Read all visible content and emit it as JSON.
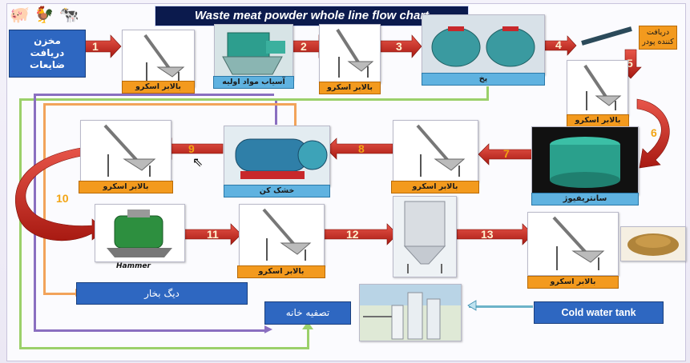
{
  "title": "Waste meat powder whole line flow chart",
  "nodes": {
    "raw_store": "مخزن دریافت ضایعات",
    "auger1": "بالابر اسکرو",
    "crusher": "آسیاب مواد اولیه",
    "auger2": "بالابر اسکرو",
    "cooker": "پخ",
    "receiver": "دریافت کننده پودر",
    "auger3": "بالابر اسکرو",
    "centrifuge": "سانتریفیوژ",
    "auger4": "بالابر اسکرو",
    "dryer": "خشک کن",
    "auger5": "بالابر اسکرو",
    "hammer": "Hammer",
    "auger6": "بالابر اسکرو",
    "auger7": "بالابر اسکرو",
    "boiler": "دیگ بخار",
    "treatment": "تصفیه خانه",
    "cold_tank": "Cold water tank"
  },
  "steps": [
    "1",
    "2",
    "3",
    "4",
    "5",
    "6",
    "7",
    "8",
    "9",
    "10",
    "11",
    "12",
    "13"
  ],
  "colors": {
    "arrow": "#c8281f",
    "label": "#f39a1e",
    "pill": "#2e67c1",
    "title_bg": "#0b1a4d"
  }
}
